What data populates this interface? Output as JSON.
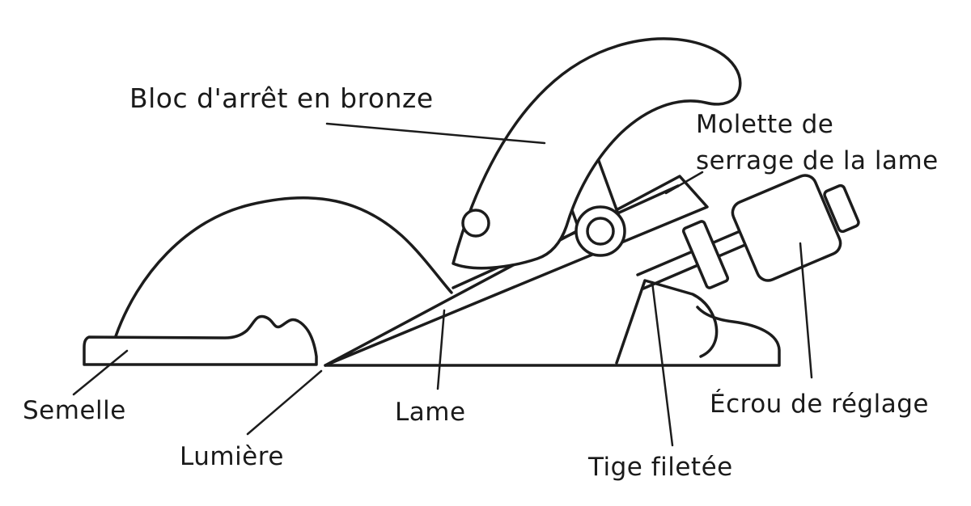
{
  "diagram": {
    "description_role": "labeled line drawing of a hand plane (rabot), side view",
    "labels": {
      "bloc_arret": "Bloc d'arrêt en bronze",
      "molette": {
        "line1": "Molette de",
        "line2": "serrage de la lame"
      },
      "semelle": "Semelle",
      "lumiere": "Lumière",
      "lame": "Lame",
      "tige_filetee": "Tige filetée",
      "ecrou_reglage": "Écrou de réglage"
    },
    "colors": {
      "line": "#1c1c1c",
      "background": "#ffffff"
    }
  }
}
